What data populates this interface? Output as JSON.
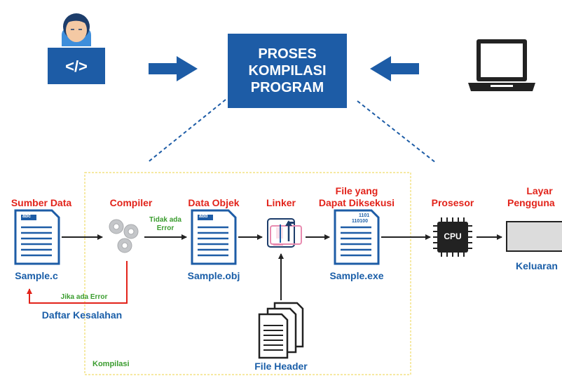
{
  "title": {
    "line1": "PROSES",
    "line2": "KOMPILASI",
    "line3": "PROGRAM"
  },
  "stages": {
    "source": {
      "heading": "Sumber Data",
      "file": "Sample.c",
      "doc_text": "abc"
    },
    "compiler": {
      "heading": "Compiler"
    },
    "object": {
      "heading": "Data Objek",
      "file": "Sample.obj",
      "doc_text": "add"
    },
    "linker": {
      "heading": "Linker",
      "input": "File Header"
    },
    "executable": {
      "heading_line1": "File yang",
      "heading_line2": "Dapat Diksekusi",
      "file": "Sample.exe",
      "doc_line1": "1101",
      "doc_line2": "110100"
    },
    "processor": {
      "heading": "Prosesor",
      "chip": "CPU"
    },
    "screen": {
      "heading_line1": "Layar",
      "heading_line2": "Pengguna",
      "caption": "Keluaran"
    }
  },
  "conditions": {
    "no_error_line1": "Tidak ada",
    "no_error_line2": "Error",
    "error": "Jika ada Error",
    "error_list": "Daftar Kesalahan"
  },
  "region_label": "Kompilasi",
  "icons": {
    "programmer": "programmer-icon",
    "laptop": "laptop-icon",
    "gears": "gears-icon",
    "cpu": "cpu-icon",
    "document": "document-icon",
    "linker": "linker-icon",
    "header_files": "header-files-icon",
    "monitor": "monitor-icon"
  },
  "colors": {
    "blue": "#1d5ca6",
    "red": "#e2231a",
    "green": "#3a9c2e",
    "region_border": "#f0dc6a"
  }
}
